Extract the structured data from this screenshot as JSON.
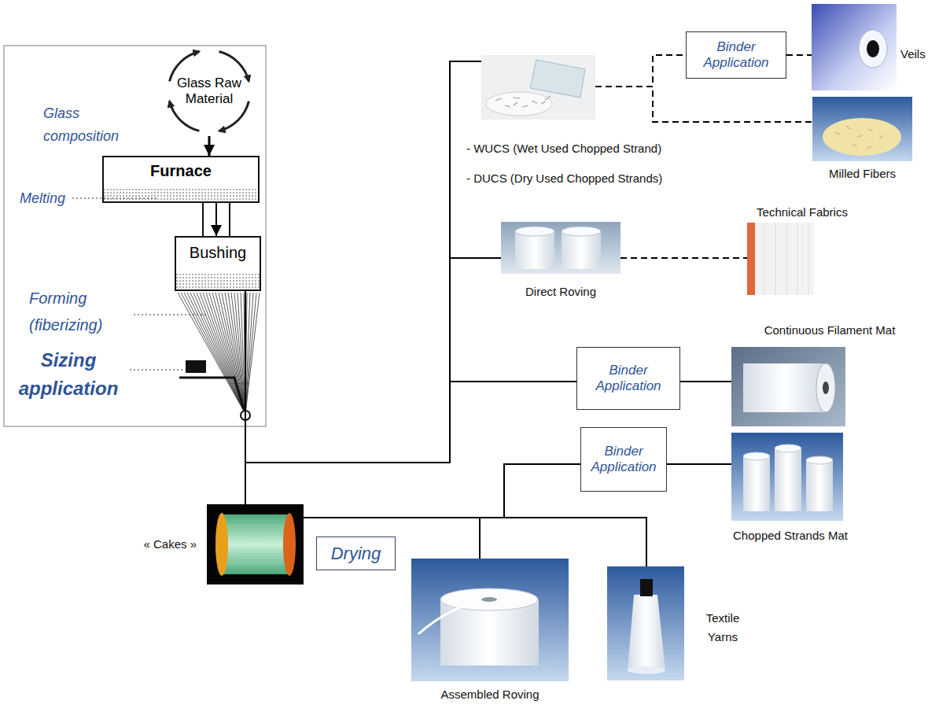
{
  "diagram": {
    "nodes": [
      {
        "text": [
          "Glass Raw Material"
        ]
      },
      {
        "text": [
          "Furnace"
        ]
      },
      {
        "text": [
          "Bushing"
        ]
      },
      {
        "text": [
          "- WUCS (Wet Used Chopped Strand)",
          "- DUCS (Dry Used Chopped Strands)"
        ]
      },
      {
        "text": [
          "Binder Application"
        ]
      },
      {
        "text": [
          "Veils"
        ]
      },
      {
        "text": [
          "Milled Fibers"
        ]
      },
      {
        "text": [
          "Direct Roving"
        ]
      },
      {
        "text": [
          "Technical Fabrics"
        ]
      },
      {
        "text": [
          "Binder Application"
        ]
      },
      {
        "text": [
          "Continuous Filament Mat"
        ]
      },
      {
        "text": [
          "Binder Application"
        ]
      },
      {
        "text": [
          "Chopped Strands Mat"
        ]
      },
      {
        "text": [
          "« Cakes »"
        ]
      },
      {
        "text": [
          "Drying"
        ]
      },
      {
        "text": [
          "Assembled Roving"
        ]
      },
      {
        "text": [
          "Textile Yarns"
        ]
      }
    ],
    "edges": [
      {
        "from": 0,
        "to": 1,
        "arrow": "to"
      },
      {
        "from": 1,
        "to": 2,
        "arrow": "to"
      },
      {
        "from": 2,
        "to": 13,
        "arrow": "none"
      },
      {
        "from": 2,
        "to": 3,
        "arrow": "none"
      },
      {
        "from": 2,
        "to": 7,
        "arrow": "none"
      },
      {
        "from": 2,
        "to": 9,
        "arrow": "none"
      },
      {
        "from": 9,
        "to": 10,
        "arrow": "none"
      },
      {
        "from": 3,
        "to": 4,
        "arrow": "none"
      },
      {
        "from": 4,
        "to": 5,
        "arrow": "none"
      },
      {
        "from": 3,
        "to": 6,
        "arrow": "none"
      },
      {
        "from": 7,
        "to": 8,
        "arrow": "none"
      },
      {
        "from": 13,
        "to": 15,
        "arrow": "none"
      },
      {
        "from": 13,
        "to": 11,
        "arrow": "none"
      },
      {
        "from": 11,
        "to": 12,
        "arrow": "none"
      },
      {
        "from": 13,
        "to": 16,
        "arrow": "none"
      }
    ],
    "labels": [
      "Glass composition",
      "Melting",
      "Forming (fiberizing)",
      "Sizing application"
    ]
  }
}
